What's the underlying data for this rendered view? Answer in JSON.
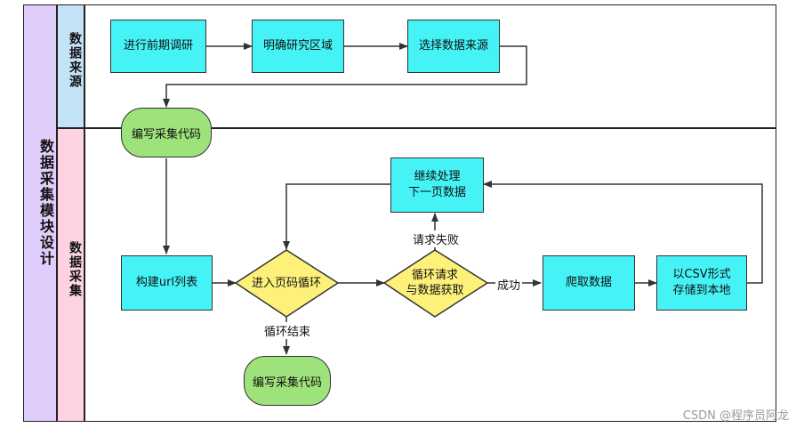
{
  "lanes": {
    "main_label": "数据采集模块设计",
    "source_label": "数据来源",
    "collect_label": "数据采集"
  },
  "nodes": {
    "research": "进行前期调研",
    "define_area": "明确研究区域",
    "choose_source": "选择数据来源",
    "write_code_top": "编写采集代码",
    "build_url_list": "构建url列表",
    "enter_page_loop": "进入页码循环",
    "loop_request": "循环请求\n与数据获取",
    "continue_next_page": "继续处理\n下一页数据",
    "crawl_data": "爬取数据",
    "save_csv": "以CSV形式\n存储到本地",
    "write_code_bottom": "编写采集代码"
  },
  "edge_labels": {
    "request_failed": "请求失败",
    "success": "成功",
    "loop_end": "循环结束"
  },
  "watermark": "CSDN @程序员阿龙",
  "colors": {
    "process_fill": "#45f3f7",
    "terminal_fill": "#9de27a",
    "decision_fill": "#fdf17a",
    "main_lane_fill": "#e1cdfb",
    "source_lane_fill": "#c4e3f7",
    "collect_lane_fill": "#fdd3e3"
  }
}
